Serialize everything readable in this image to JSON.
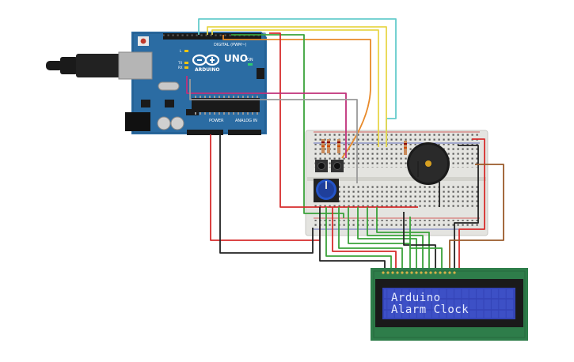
{
  "board": {
    "logo_text": "UNO",
    "brand_text": "ARDUINO",
    "digital_header": "DIGITAL (PWM~)",
    "power_header": "POWER",
    "analog_header": "ANALOG IN",
    "on_label": "ON",
    "tx_label": "TX",
    "rx_label": "RX",
    "led_l_label": "L"
  },
  "lcd": {
    "line1": "Arduino",
    "line2": "Alarm Clock"
  },
  "colors": {
    "board": "#2b6ca3",
    "breadboard": "#e4e4e0",
    "lcd_pcb": "#2e7d4a",
    "lcd_screen": "#3344b8",
    "wire_red": "#d62d2d",
    "wire_green": "#3aa23a",
    "wire_black": "#222222",
    "wire_cyan": "#66cccc",
    "wire_yellow": "#e8d64a",
    "wire_orange": "#e88a2a",
    "wire_magenta": "#c0307a",
    "wire_brown": "#9a5a2a",
    "wire_gray": "#9a9a9a"
  },
  "components": [
    "arduino-uno",
    "breadboard",
    "potentiometer",
    "push-button",
    "push-button",
    "resistor",
    "resistor",
    "resistor",
    "piezo-buzzer",
    "lcd-16x2"
  ]
}
